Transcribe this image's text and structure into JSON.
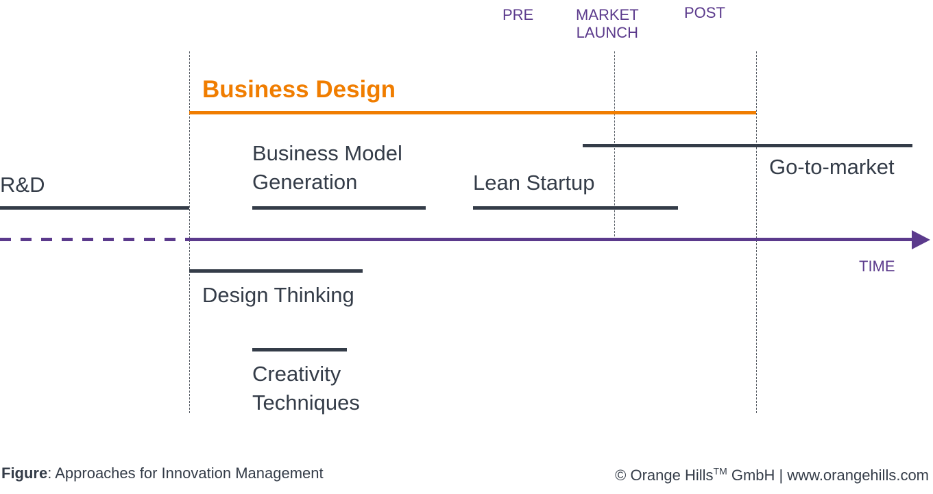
{
  "phases": {
    "pre": "PRE",
    "market_launch_line1": "MARKET",
    "market_launch_line2": "LAUNCH",
    "post": "POST"
  },
  "approaches": {
    "business_design": "Business Design",
    "business_model_generation_line1": "Business Model",
    "business_model_generation_line2": "Generation",
    "lean_startup": "Lean Startup",
    "go_to_market": "Go-to-market",
    "rnd": "R&D",
    "design_thinking": "Design Thinking",
    "creativity_techniques_line1": "Creativity",
    "creativity_techniques_line2": "Techniques"
  },
  "axis": {
    "time_label": "TIME"
  },
  "footer": {
    "figure_label": "Figure",
    "figure_caption": ": Approaches for Innovation Management",
    "copyright_prefix": "© Orange Hills",
    "trademark": "TM",
    "copyright_suffix": " GmbH | www.orangehills.com"
  },
  "colors": {
    "accent_orange": "#f07d00",
    "axis_purple": "#5b3a8c",
    "bar_dark": "#343c48"
  }
}
